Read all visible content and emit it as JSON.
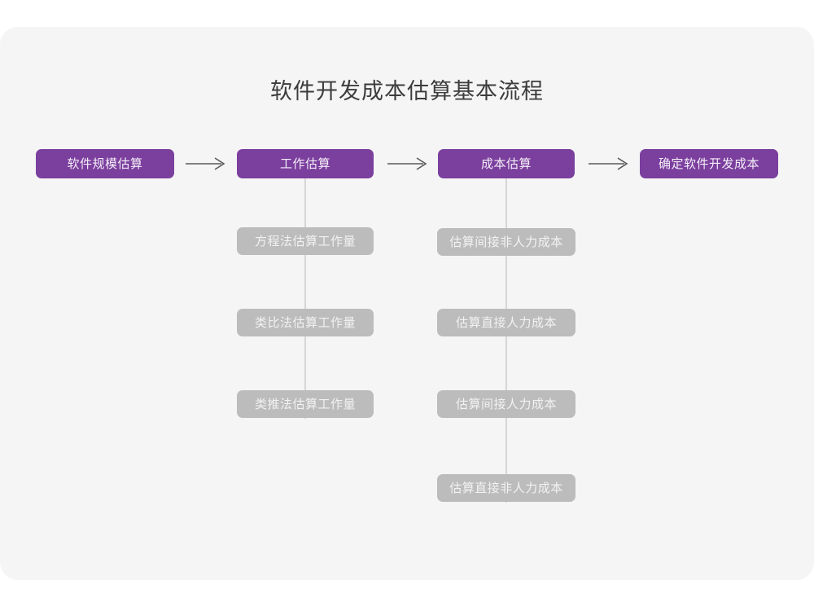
{
  "page": {
    "background_color": "#ffffff",
    "card_color": "#f5f5f5"
  },
  "header": {
    "title": "软件开发成本估算基本流程"
  },
  "theme": {
    "primary_color": "#7b3f9e",
    "secondary_color": "#bcbcbc",
    "connector_color": "#d6d6d6",
    "arrow_color": "#5a5a5a",
    "title_color": "#3c3c3c"
  },
  "flow": {
    "steps": [
      {
        "id": "step-1",
        "label": "软件规模估算",
        "substeps": []
      },
      {
        "id": "step-2",
        "label": "工作估算",
        "substeps": [
          {
            "id": "substep-2-1",
            "label": "方程法估算工作量"
          },
          {
            "id": "substep-2-2",
            "label": "类比法估算工作量"
          },
          {
            "id": "substep-2-3",
            "label": "类推法估算工作量"
          }
        ]
      },
      {
        "id": "step-3",
        "label": "成本估算",
        "substeps": [
          {
            "id": "substep-3-1",
            "label": "估算间接非人力成本"
          },
          {
            "id": "substep-3-2",
            "label": "估算直接人力成本"
          },
          {
            "id": "substep-3-3",
            "label": "估算间接人力成本"
          },
          {
            "id": "substep-3-4",
            "label": "估算直接非人力成本"
          }
        ]
      },
      {
        "id": "step-4",
        "label": "确定软件开发成本",
        "substeps": []
      }
    ],
    "arrows": [
      {
        "id": "arrow-1",
        "icon": "arrow-right-icon",
        "from": "step-1",
        "to": "step-2"
      },
      {
        "id": "arrow-2",
        "icon": "arrow-right-icon",
        "from": "step-2",
        "to": "step-3"
      },
      {
        "id": "arrow-3",
        "icon": "arrow-right-icon",
        "from": "step-3",
        "to": "step-4"
      }
    ]
  }
}
